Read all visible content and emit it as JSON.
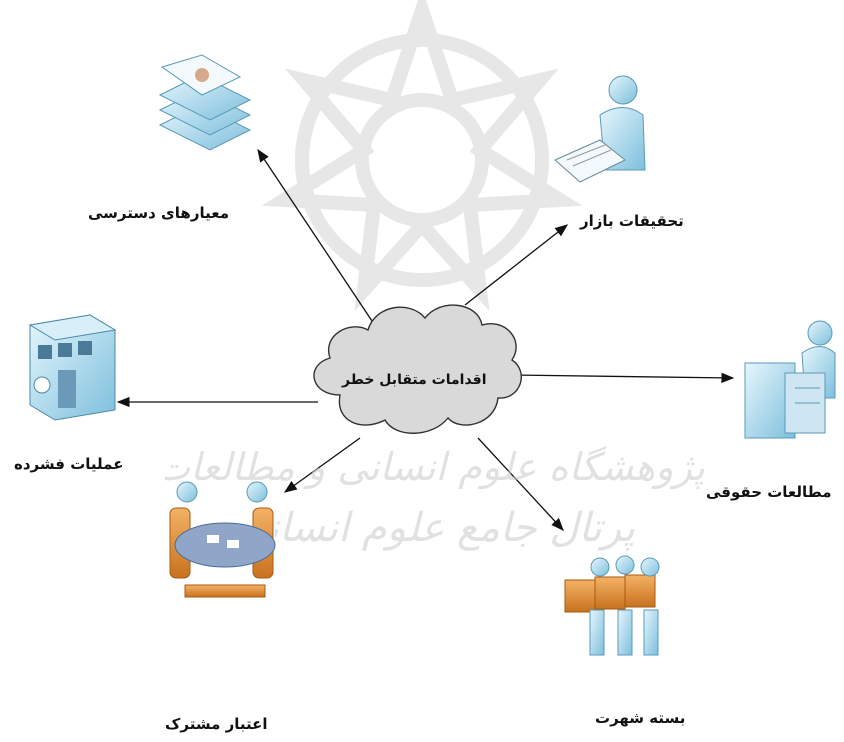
{
  "center": {
    "label": "اقدامات متقابل خطر"
  },
  "nodes": [
    {
      "id": "access-criteria",
      "label": "معیارهای دسترسی",
      "icon": "document-stack-icon"
    },
    {
      "id": "market-research",
      "label": "تحقیقات بازار",
      "icon": "person-at-desk-icon"
    },
    {
      "id": "compressed-operations",
      "label": "عملیات فشرده",
      "icon": "building-icon"
    },
    {
      "id": "legal-studies",
      "label": "مطالعات حقوقی",
      "icon": "person-at-workstation-icon"
    },
    {
      "id": "shared-credit",
      "label": "اعتبار مشترک",
      "icon": "meeting-table-icon"
    },
    {
      "id": "reputation-package",
      "label": "بسته شهرت",
      "icon": "people-with-boxes-icon"
    }
  ],
  "watermark": {
    "line1": "پژوهشگاه علوم انسانی و مطالعات فرهنگی",
    "line2": "پرتال جامع علوم انسانی"
  },
  "colors": {
    "arrow": "#111111",
    "cloud_fill": "#d9d9d9",
    "cloud_stroke": "#333333",
    "icon_blue": "#9fd3ea",
    "watermark": "#cfcfcf"
  }
}
